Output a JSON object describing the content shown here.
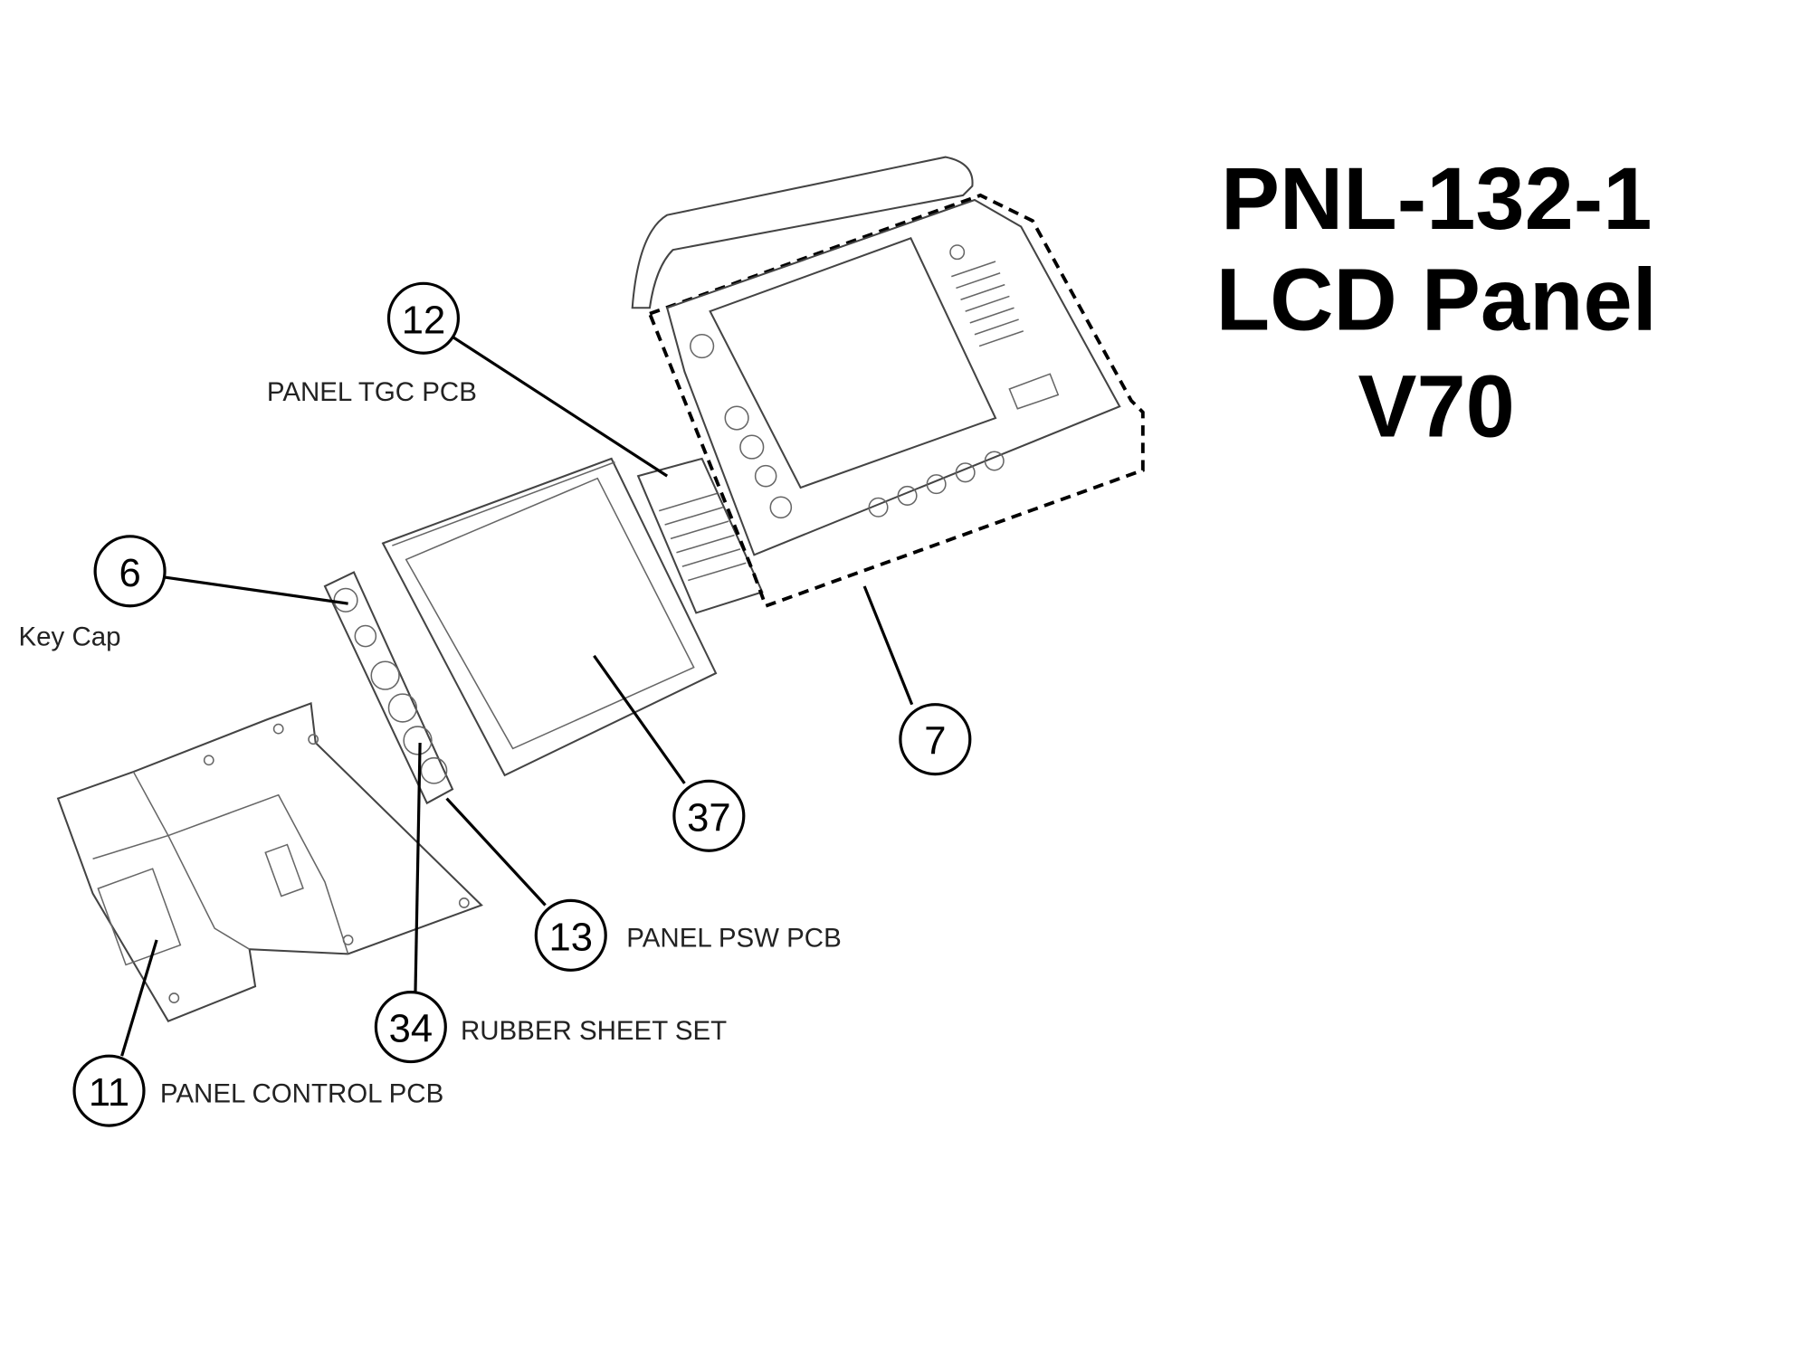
{
  "title": {
    "line1": "PNL-132-1",
    "line2": "LCD Panel",
    "line3": "V70"
  },
  "callouts": [
    {
      "number": "12",
      "label": "PANEL TGC PCB"
    },
    {
      "number": "6",
      "label": "Key Cap"
    },
    {
      "number": "7",
      "label": ""
    },
    {
      "number": "37",
      "label": ""
    },
    {
      "number": "13",
      "label": "PANEL PSW PCB"
    },
    {
      "number": "34",
      "label": "RUBBER SHEET SET"
    },
    {
      "number": "11",
      "label": "PANEL CONTROL PCB"
    }
  ]
}
